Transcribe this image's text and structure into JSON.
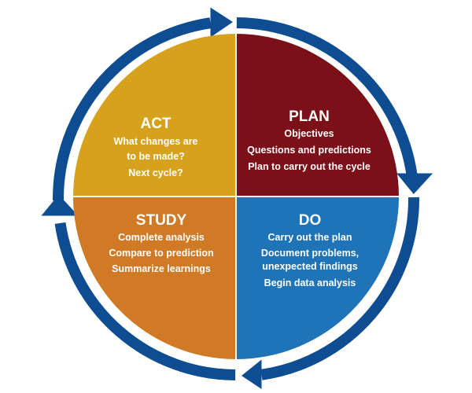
{
  "colors": {
    "arrow": "#0e4d92",
    "act": "#d6a21e",
    "plan": "#7b1018",
    "study": "#d07a25",
    "do": "#1f73b7",
    "divider": "#ffffff",
    "text": "#ffffff"
  },
  "quadrants": {
    "act": {
      "title": "ACT",
      "lines": [
        "What changes are",
        "to be made?",
        "Next cycle?"
      ]
    },
    "plan": {
      "title": "PLAN",
      "lines": [
        "Objectives",
        "Questions and predictions",
        "Plan to carry out the cycle"
      ]
    },
    "study": {
      "title": "STUDY",
      "lines": [
        "Complete analysis",
        "Compare to prediction",
        "Summarize learnings"
      ]
    },
    "do": {
      "title": "DO",
      "lines": [
        "Carry out the plan",
        "Document problems,",
        "unexpected findings",
        "Begin data analysis"
      ]
    }
  },
  "cycle_arrows": [
    "top-arrow",
    "right-arrow",
    "bottom-arrow",
    "left-arrow"
  ]
}
